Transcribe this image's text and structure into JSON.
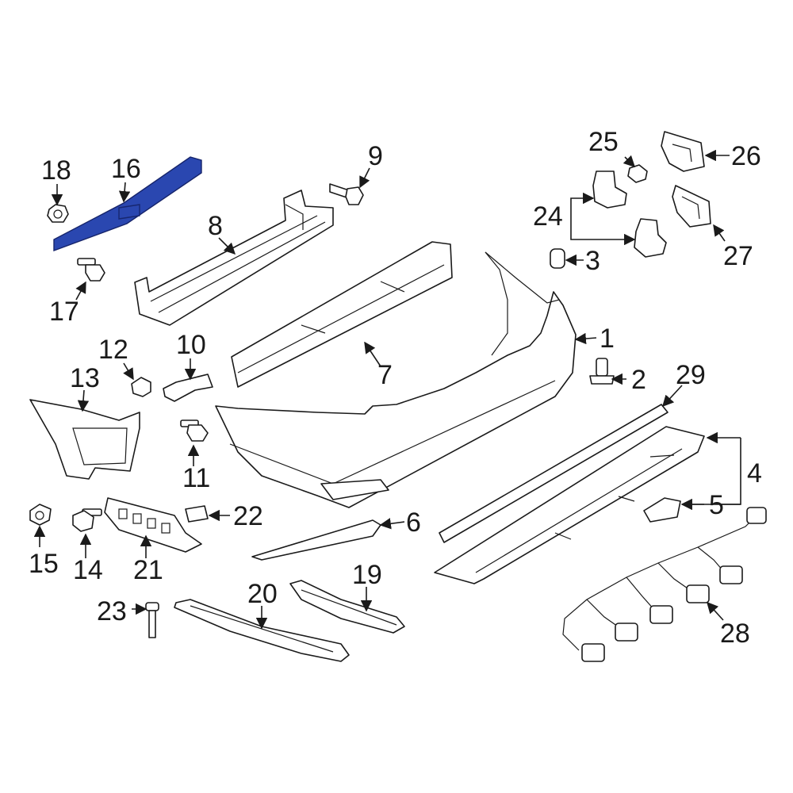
{
  "highlight_color": "#2a47b0",
  "highlighted_part": "16",
  "callouts": {
    "c1": "1",
    "c2": "2",
    "c3": "3",
    "c4": "4",
    "c5": "5",
    "c6": "6",
    "c7": "7",
    "c8": "8",
    "c9": "9",
    "c10": "10",
    "c11": "11",
    "c12": "12",
    "c13": "13",
    "c14": "14",
    "c15": "15",
    "c16": "16",
    "c17": "17",
    "c18": "18",
    "c19": "19",
    "c20": "20",
    "c21": "21",
    "c22": "22",
    "c23": "23",
    "c24": "24",
    "c25": "25",
    "c26": "26",
    "c27": "27",
    "c28": "28",
    "c29": "29"
  }
}
